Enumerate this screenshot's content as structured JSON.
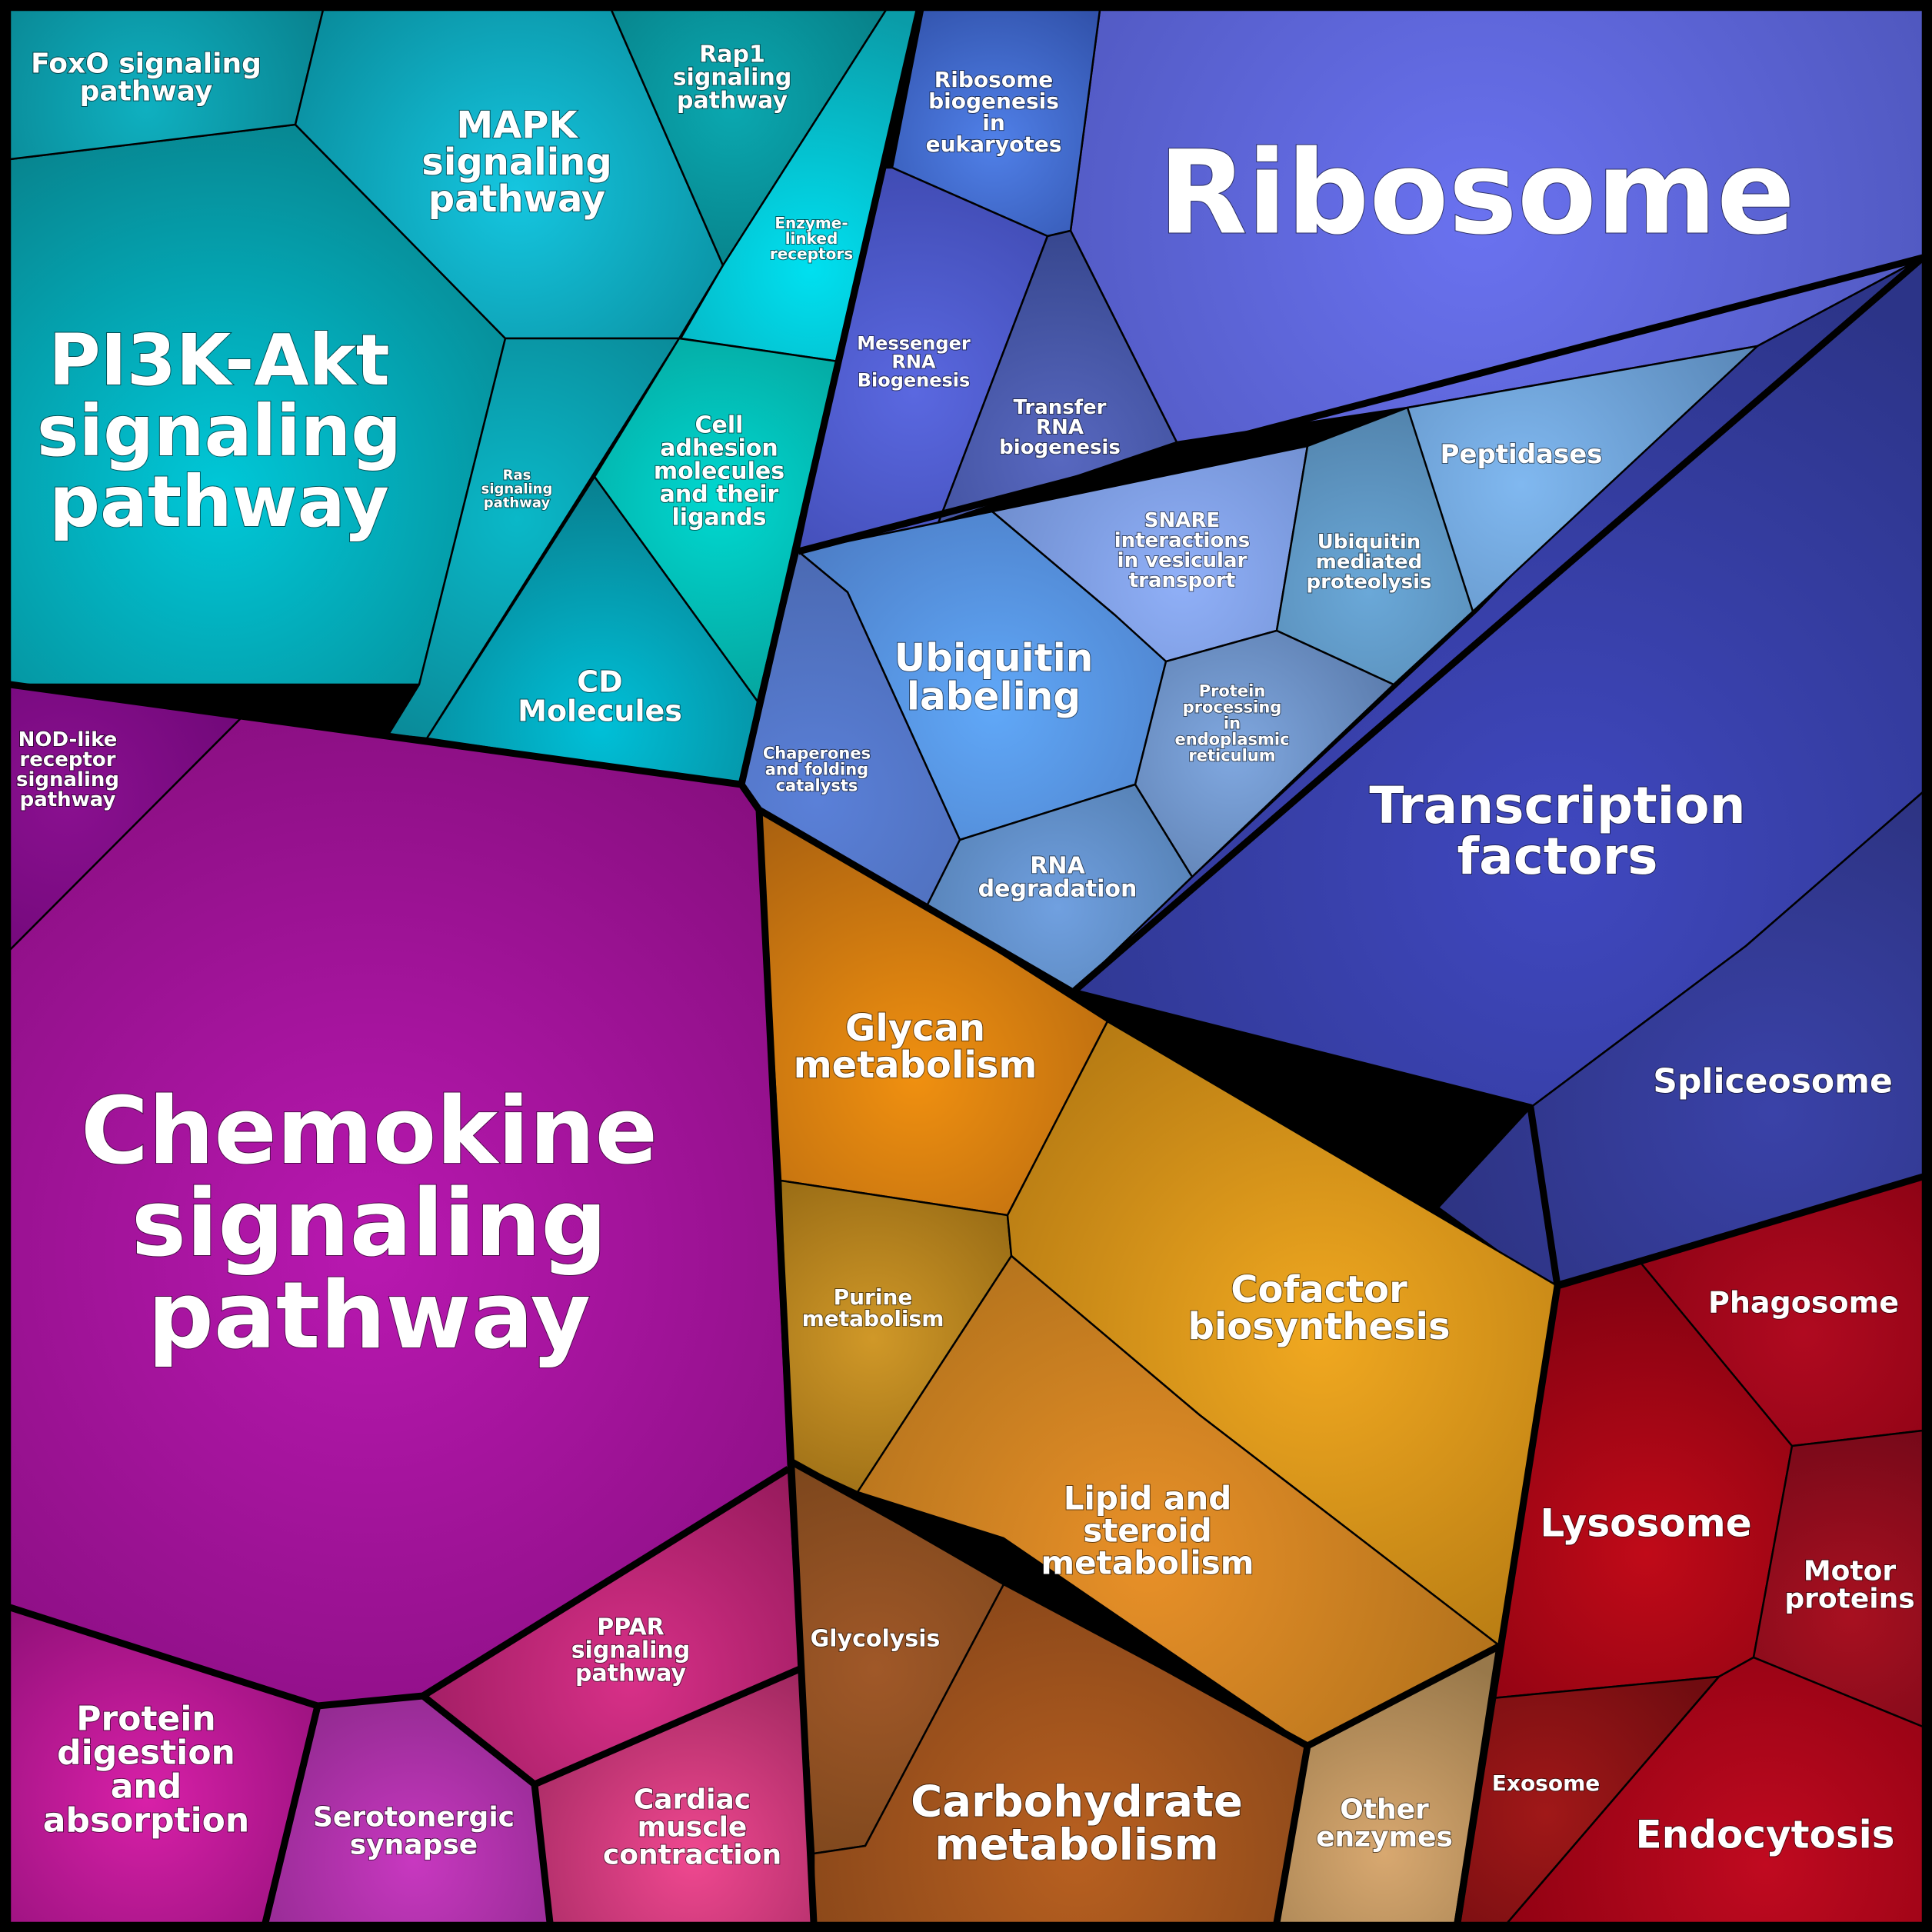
{
  "chart_data": {
    "type": "voronoi-treemap",
    "title": "",
    "groups": [
      {
        "id": "signaling",
        "color": "#0a8f99",
        "cells": [
          {
            "id": "pi3k",
            "label": "PI3K-Akt signaling pathway"
          },
          {
            "id": "foxo",
            "label": "FoxO signaling pathway"
          },
          {
            "id": "mapk",
            "label": "MAPK signaling pathway"
          },
          {
            "id": "rap1",
            "label": "Rap1 signaling pathway"
          },
          {
            "id": "enzyme_linked",
            "label": "Enzyme-linked receptors"
          },
          {
            "id": "ras",
            "label": "Ras signaling pathway"
          },
          {
            "id": "cell_adhesion",
            "label": "Cell adhesion molecules and their ligands"
          },
          {
            "id": "cd_molecules",
            "label": "CD Molecules"
          }
        ]
      },
      {
        "id": "genetic",
        "color": "#4a52b8",
        "cells": [
          {
            "id": "ribosome",
            "label": "Ribosome"
          },
          {
            "id": "ribosome_biogenesis",
            "label": "Ribosome biogenesis in eukaryotes"
          },
          {
            "id": "mrna_biogenesis",
            "label": "Messenger RNA Biogenesis"
          },
          {
            "id": "trna_biogenesis",
            "label": "Transfer RNA biogenesis"
          },
          {
            "id": "transcription_factors",
            "label": "Transcription factors"
          },
          {
            "id": "spliceosome",
            "label": "Spliceosome"
          }
        ]
      },
      {
        "id": "folding",
        "color": "#5b8fd0",
        "cells": [
          {
            "id": "peptidases",
            "label": "Peptidases"
          },
          {
            "id": "snare",
            "label": "SNARE interactions in vesicular transport"
          },
          {
            "id": "ubiquitin_mediated",
            "label": "Ubiquitin mediated proteolysis"
          },
          {
            "id": "ubiquitin_labeling",
            "label": "Ubiquitin labeling"
          },
          {
            "id": "protein_processing_er",
            "label": "Protein processing in endoplasmic reticulum"
          },
          {
            "id": "chaperones",
            "label": "Chaperones and folding catalysts"
          },
          {
            "id": "rna_degradation",
            "label": "RNA degradation"
          }
        ]
      },
      {
        "id": "organismal",
        "color": "#8a1080",
        "cells": [
          {
            "id": "nod_like",
            "label": "NOD-like receptor signaling pathway"
          },
          {
            "id": "chemokine",
            "label": "Chemokine signaling pathway"
          },
          {
            "id": "protein_digestion",
            "label": "Protein digestion and absorption"
          },
          {
            "id": "serotonergic",
            "label": "Serotonergic synapse"
          },
          {
            "id": "ppar",
            "label": "PPAR signaling pathway"
          },
          {
            "id": "cardiac",
            "label": "Cardiac muscle contraction"
          }
        ]
      },
      {
        "id": "metabolism",
        "color": "#c07a10",
        "cells": [
          {
            "id": "glycan",
            "label": "Glycan metabolism"
          },
          {
            "id": "purine",
            "label": "Purine metabolism"
          },
          {
            "id": "cofactor",
            "label": "Cofactor biosynthesis"
          },
          {
            "id": "lipid",
            "label": "Lipid and steroid metabolism"
          },
          {
            "id": "glycolysis",
            "label": "Glycolysis"
          },
          {
            "id": "carbohydrate",
            "label": "Carbohydrate metabolism"
          },
          {
            "id": "other_enzymes",
            "label": "Other enzymes"
          }
        ]
      },
      {
        "id": "cellular",
        "color": "#9a0a18",
        "cells": [
          {
            "id": "phagosome",
            "label": "Phagosome"
          },
          {
            "id": "lysosome",
            "label": "Lysosome"
          },
          {
            "id": "motor_proteins",
            "label": "Motor proteins"
          },
          {
            "id": "exosome",
            "label": "Exosome"
          },
          {
            "id": "endocytosis",
            "label": "Endocytosis"
          }
        ]
      }
    ],
    "legend": "none",
    "grid": false
  }
}
